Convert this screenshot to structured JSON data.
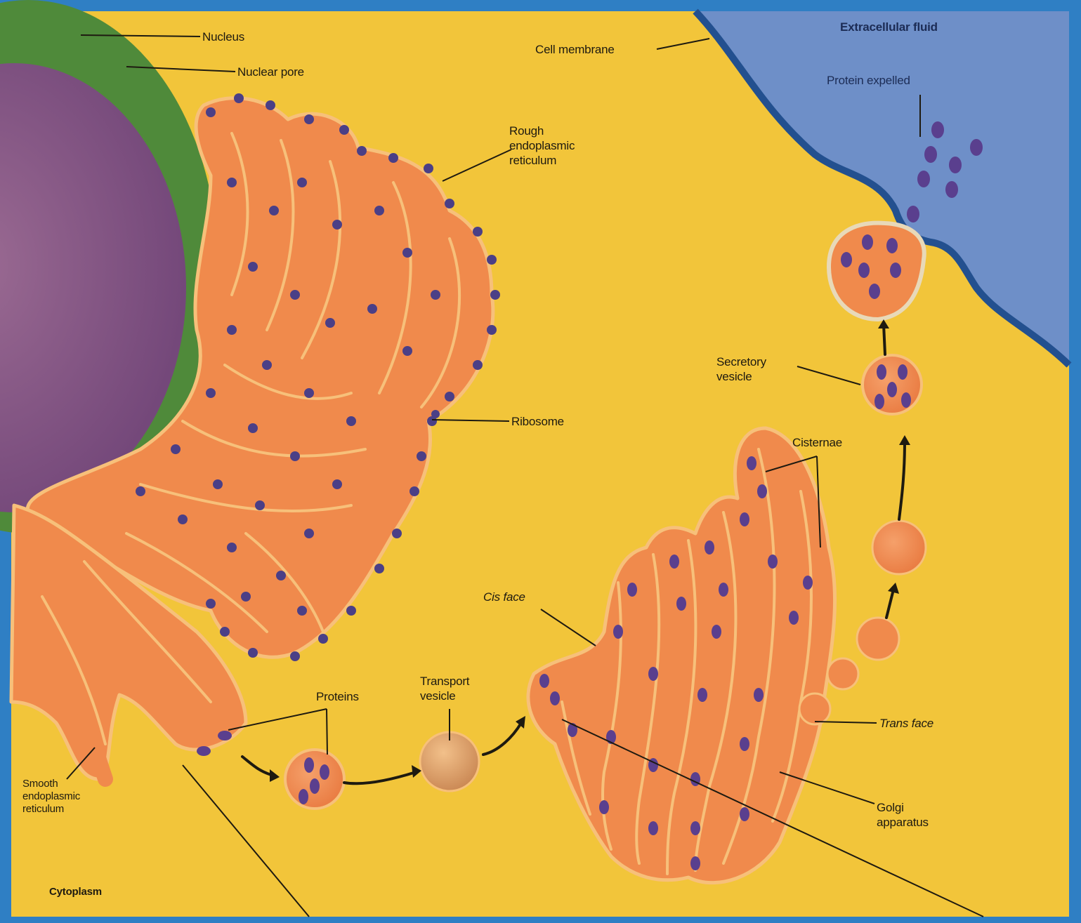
{
  "labels": {
    "nucleus": "Nucleus",
    "nuclear_pore": "Nuclear pore",
    "cell_membrane": "Cell membrane",
    "extracellular_fluid": "Extracellular fluid",
    "protein_expelled": "Protein expelled",
    "rough_er": "Rough\nendoplasmic\nreticulum",
    "ribosome": "Ribosome",
    "secretory_vesicle": "Secretory\nvesicle",
    "cisternae": "Cisternae",
    "cis_face": "Cis face",
    "trans_face": "Trans face",
    "golgi_apparatus": "Golgi\napparatus",
    "proteins": "Proteins",
    "transport_vesicle": "Transport\nvesicle",
    "smooth_er": "Smooth\nendoplasmic\nreticulum",
    "cytoplasm": "Cytoplasm"
  },
  "colors": {
    "frame": "#2f7fc4",
    "cytoplasm": "#f2c53a",
    "extracellular": "#6e8fc8",
    "membrane": "#23508f",
    "nuclear_envelope": "#4f8a3a",
    "nucleoplasm": "#8a5a86",
    "organelle": "#f08a4c",
    "organelle_edge": "#f7c07a",
    "ribosome": "#4b3f86",
    "protein": "#5a3f8e"
  }
}
